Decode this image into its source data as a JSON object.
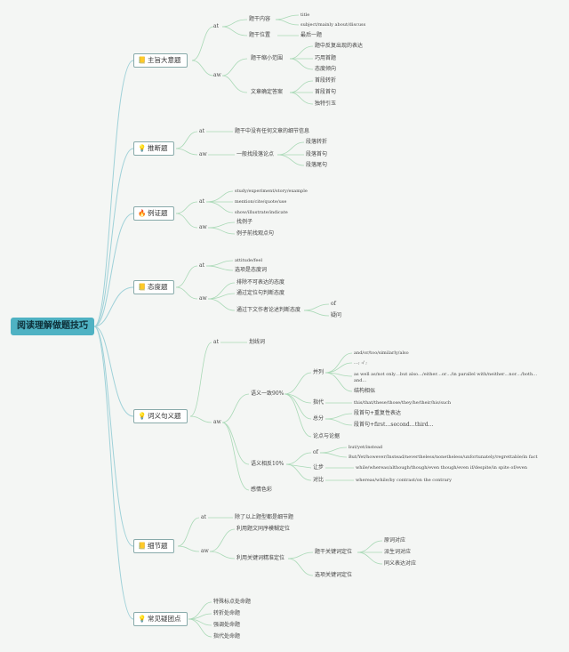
{
  "root": "阅读理解做题技巧",
  "icons": {
    "main_idea": "notebook-icon",
    "inference": "lightbulb-icon",
    "example": "fire-icon",
    "attitude": "memo-icon",
    "vocab": "lightbulb-icon",
    "detail": "memo-icon",
    "difficulty": "lightbulb-icon"
  },
  "colors": {
    "root_bg": "#4fb2c3",
    "line": "#9fd1d8"
  },
  "nodes": {
    "main_idea": {
      "label": "主旨大意题",
      "at": "at",
      "aw": "aw",
      "topic_content": "题干内容",
      "title": "title",
      "subject": "subject/mainly about/discuss",
      "topic_position": "题干位置",
      "last_para": "最后一题",
      "narrow": "题干缩小范围",
      "narrow_items": [
        "题中反复出现的表达",
        "巧用首题",
        "态度倾向"
      ],
      "answer": "文章确定答案",
      "answer_items": [
        "首段转折",
        "首段首句",
        "独特引玉"
      ]
    },
    "inference": {
      "label": "推断题",
      "at": "at",
      "aw": "aw",
      "at_text": "题干中没有任何文章的细节信息",
      "aw_text": "一般找段落论点",
      "aw_items": [
        "段落转折",
        "段落首句",
        "段落尾句"
      ]
    },
    "example": {
      "label": "例证题",
      "at": "at",
      "aw": "aw",
      "at_items": [
        "study/experiment/story/example",
        "mention/cite/quote/use",
        "show/illustrate/indicate"
      ],
      "aw_items": [
        "找例子",
        "例子前找观点句"
      ]
    },
    "attitude": {
      "label": "态度题",
      "at": "at",
      "aw": "aw",
      "at_items": [
        "attitude/feel",
        "选项是态度词"
      ],
      "aw_items": [
        "排除不可表达的态度",
        "通过定位句判断态度",
        "通过下文作者论述判断态度"
      ],
      "of": "of",
      "doubt": "疑问"
    },
    "vocab": {
      "label": "词义句义题",
      "at": "at",
      "aw": "aw",
      "at_text": "划线词",
      "same": "语义一致90%",
      "parallel": "并列",
      "parallel_items": [
        "and/or/too/similarly/also",
        "…; :/ ;",
        "as well as/not only…but also…/either…or…/in parallel with/neither…nor…/both…and…",
        "结构相似"
      ],
      "pronoun": "指代",
      "pronoun_text": "this/that/these/those/they/he/their/his/such",
      "summary": "总分",
      "summary_items": [
        "段首句+重复性表达",
        "段首句+first…second…third…"
      ],
      "argument": "论点与论据",
      "opposite": "语义相反10%",
      "of": "of",
      "of_items": [
        "but/yet/instead",
        "But/Yet/however/Instead/nevertheless/nonetheless/unfortunately/regrettable/in fact"
      ],
      "concession": "让步",
      "concession_text": "while/whereas/although/though/even though/even if/despite/in spite of/even",
      "contrast": "对比",
      "contrast_text": "whereas/while/by contrast/on the contrary",
      "emotion": "感情色彩"
    },
    "detail": {
      "label": "细节题",
      "at": "at",
      "aw": "aw",
      "at_text": "除了以上题型都是细节题",
      "aw_items": [
        "利用题文同序模糊定位",
        "利用关键词精准定位"
      ],
      "stem_kw": "题干关键词定位",
      "stem_kw_items": [
        "原词对应",
        "派生词对应",
        "同义表达对应"
      ],
      "option_kw": "选项关键词定位"
    },
    "difficulty": {
      "label": "常见疑团点",
      "items": [
        "特殊标点处命题",
        "转折处命题",
        "强调处命题",
        "指代处命题"
      ]
    }
  }
}
